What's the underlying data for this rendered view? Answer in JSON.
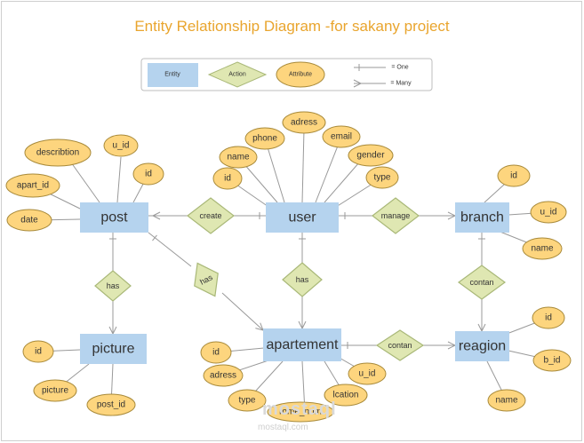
{
  "title": "Entity Relationship Diagram -for sakany project",
  "watermark": {
    "logo": "mostaql",
    "text": "mostaql.com"
  },
  "colors": {
    "entity_fill": "#b5d3ee",
    "action_fill": "#dfe7b2",
    "action_stroke": "#a9b878",
    "attribute_fill": "#fdd57e",
    "attribute_stroke": "#a88a3a",
    "line": "#999999",
    "title": "#e9a52e"
  },
  "legend": {
    "entity": "Entity",
    "action": "Action",
    "attribute": "Attribute",
    "one": "= One",
    "many": "= Many"
  },
  "entities": {
    "post": "post",
    "user": "user",
    "branch": "branch",
    "picture": "picture",
    "apartement": "apartement",
    "reagion": "reagion"
  },
  "actions": {
    "create": "create",
    "manage": "manage",
    "has_post_picture": "has",
    "has_post_apartement": "has",
    "has_user_apartement": "has",
    "contan_branch_reagion": "contan",
    "contan_apartement_reagion": "contan"
  },
  "attributes": {
    "post": [
      "describtion",
      "u_id",
      "apart_id",
      "id",
      "date"
    ],
    "user": [
      "adress",
      "phone",
      "email",
      "name",
      "gender",
      "id",
      "type"
    ],
    "branch": [
      "id",
      "u_id",
      "name"
    ],
    "picture": [
      "id",
      "picture",
      "post_id"
    ],
    "apartement": [
      "id",
      "adress",
      "type",
      "rome_num",
      "lcation",
      "u_id"
    ],
    "reagion": [
      "id",
      "b_id",
      "name"
    ]
  }
}
